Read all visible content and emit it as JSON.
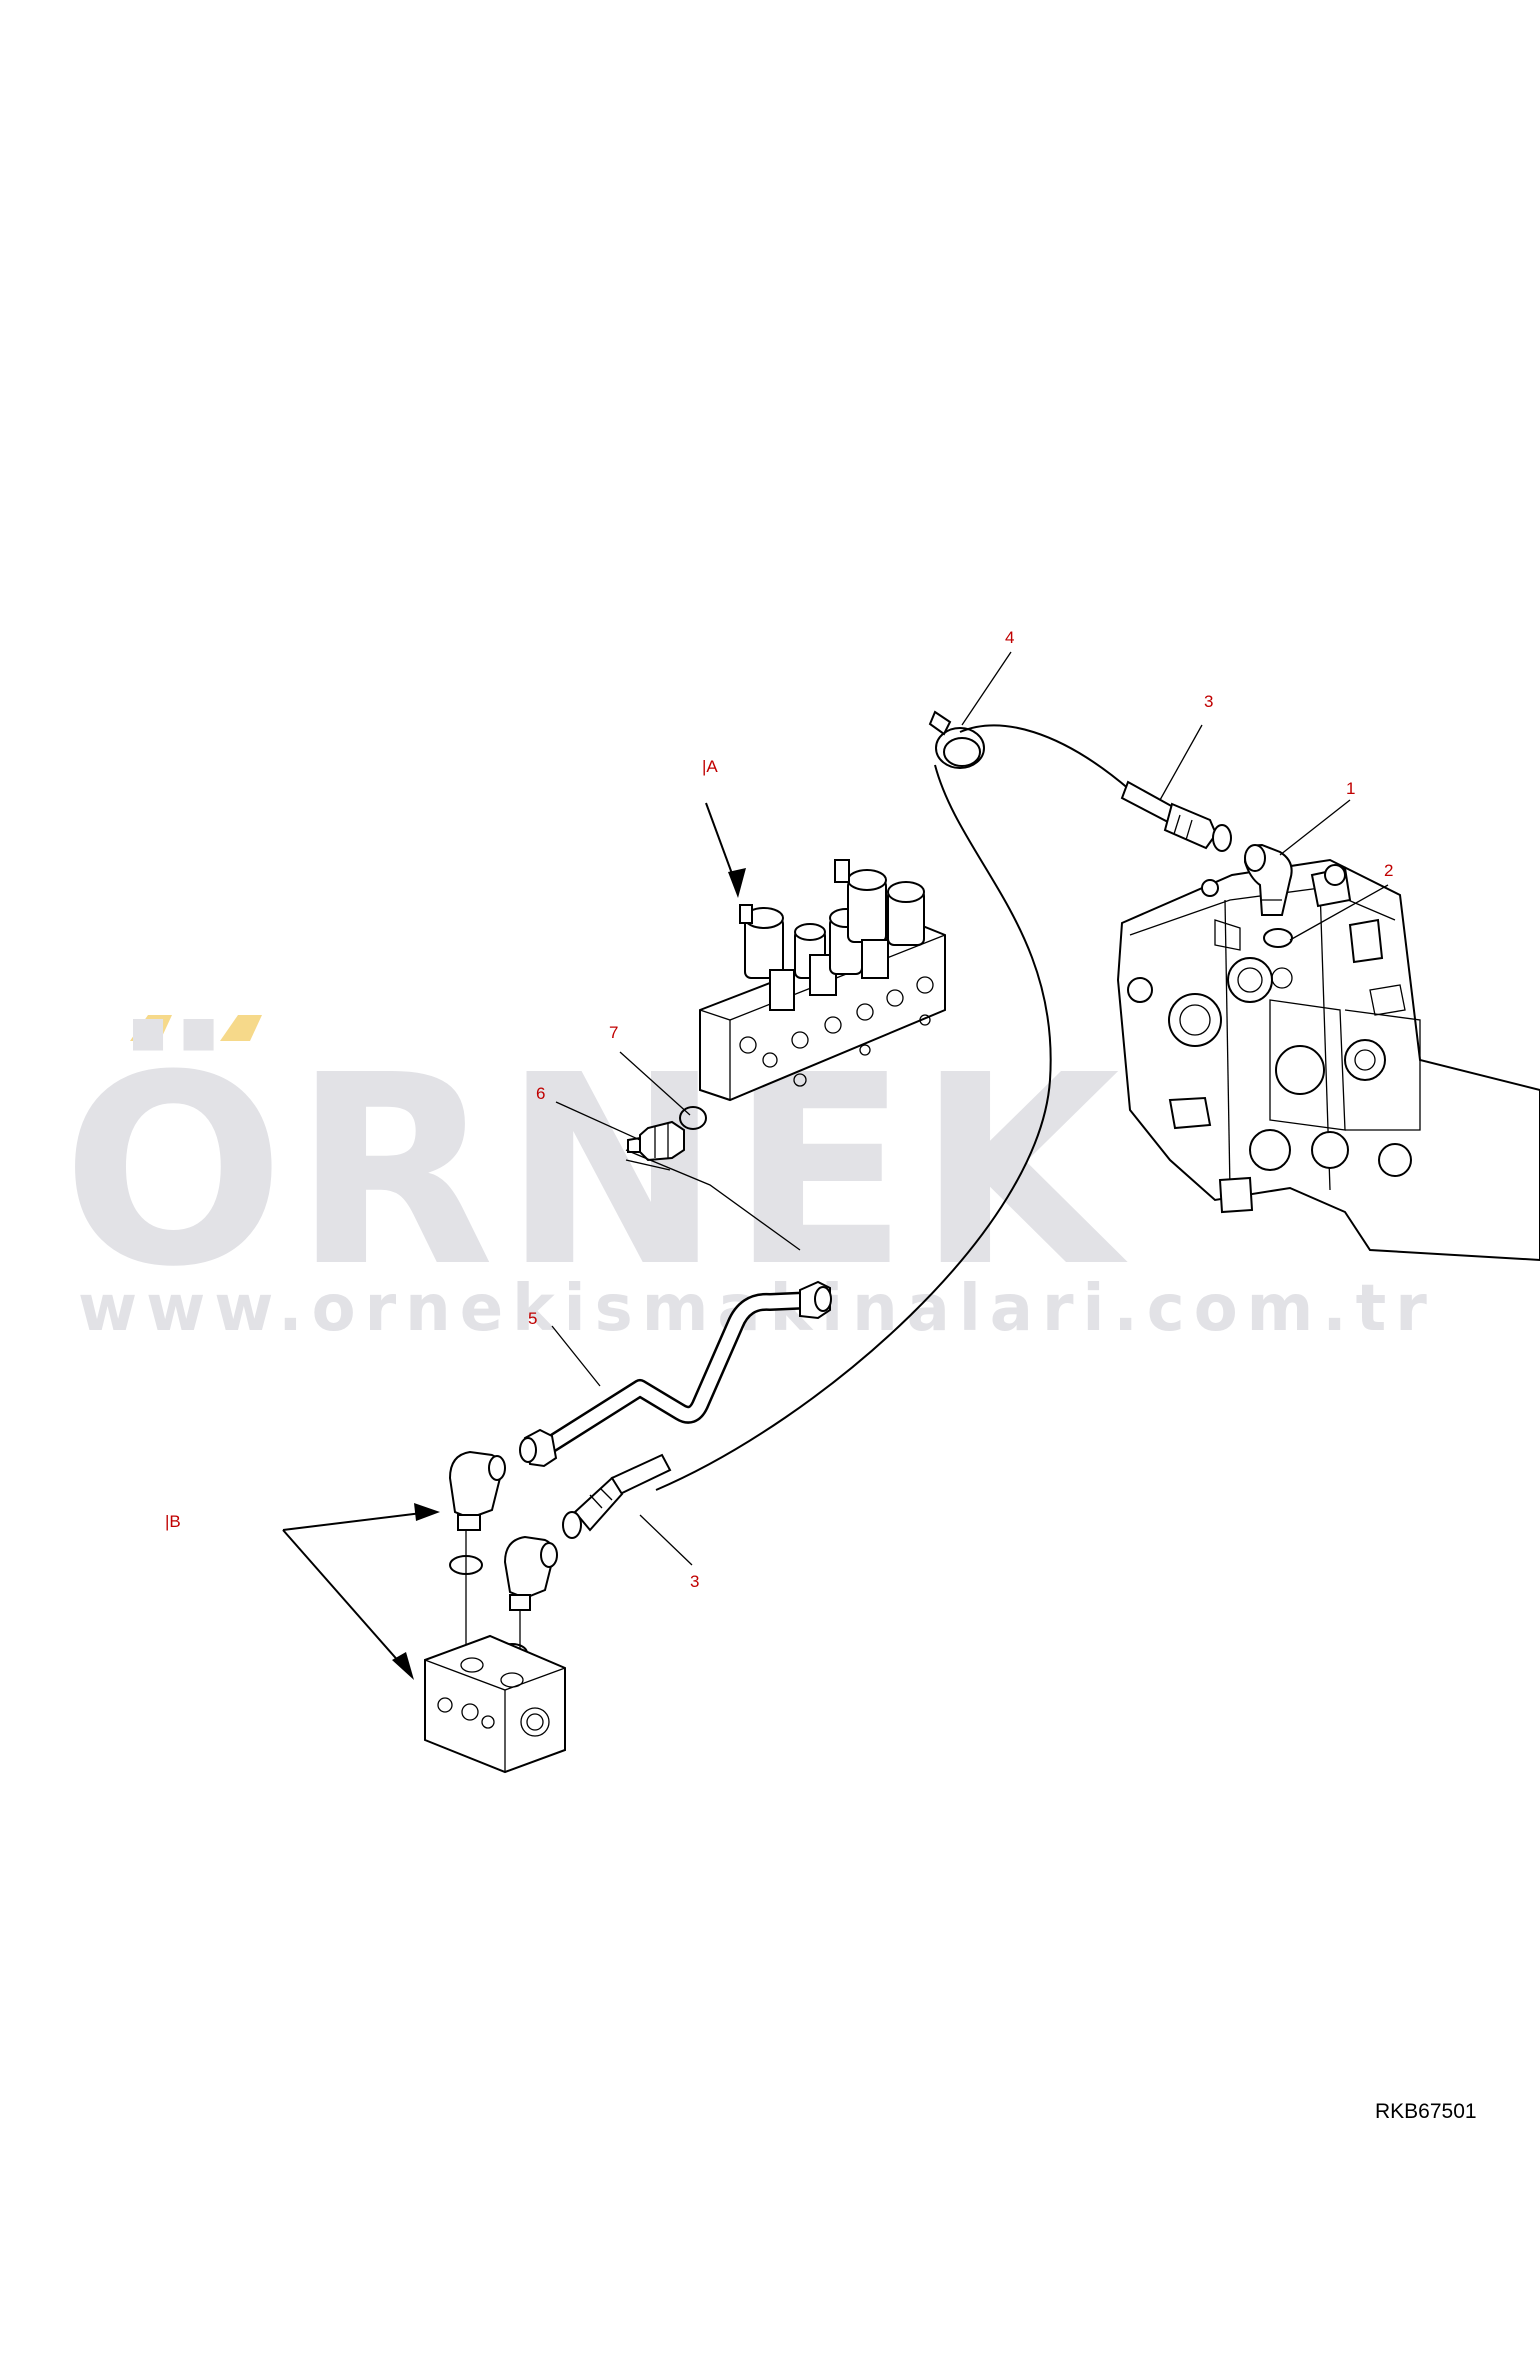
{
  "watermark": {
    "brand": "ÖRNEK",
    "url": "www.ornekismakinalari.com.tr",
    "accent_color": "#f6d98a",
    "text_color": "#e2e2e6"
  },
  "callouts": {
    "c1": "1",
    "c2": "2",
    "c3_top": "3",
    "c3_bottom": "3",
    "c4": "4",
    "c5": "5",
    "c6": "6",
    "c7": "7"
  },
  "references": {
    "view_a": "|A",
    "view_b": "|B"
  },
  "document_id": "RKB67501",
  "colors": {
    "callout": "#c00000",
    "line": "#000000"
  }
}
